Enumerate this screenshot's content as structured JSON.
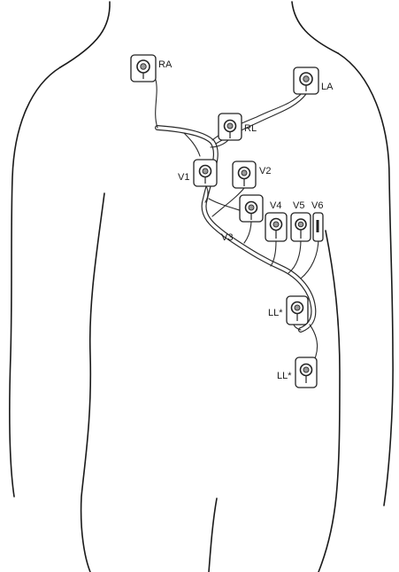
{
  "figure": {
    "electrodes": [
      {
        "id": "ra",
        "label": "RA"
      },
      {
        "id": "la",
        "label": "LA"
      },
      {
        "id": "rl",
        "label": "RL"
      },
      {
        "id": "v1",
        "label": "V1"
      },
      {
        "id": "v2",
        "label": "V2"
      },
      {
        "id": "v3",
        "label": "V3"
      },
      {
        "id": "v4",
        "label": "V4"
      },
      {
        "id": "v5",
        "label": "V5"
      },
      {
        "id": "v6",
        "label": "V6"
      },
      {
        "id": "ll1",
        "label": "LL*"
      },
      {
        "id": "ll2",
        "label": "LL*"
      }
    ]
  },
  "colors": {
    "line": "#1a1a1a",
    "snap": "#9a9a9a",
    "background": "#ffffff"
  }
}
